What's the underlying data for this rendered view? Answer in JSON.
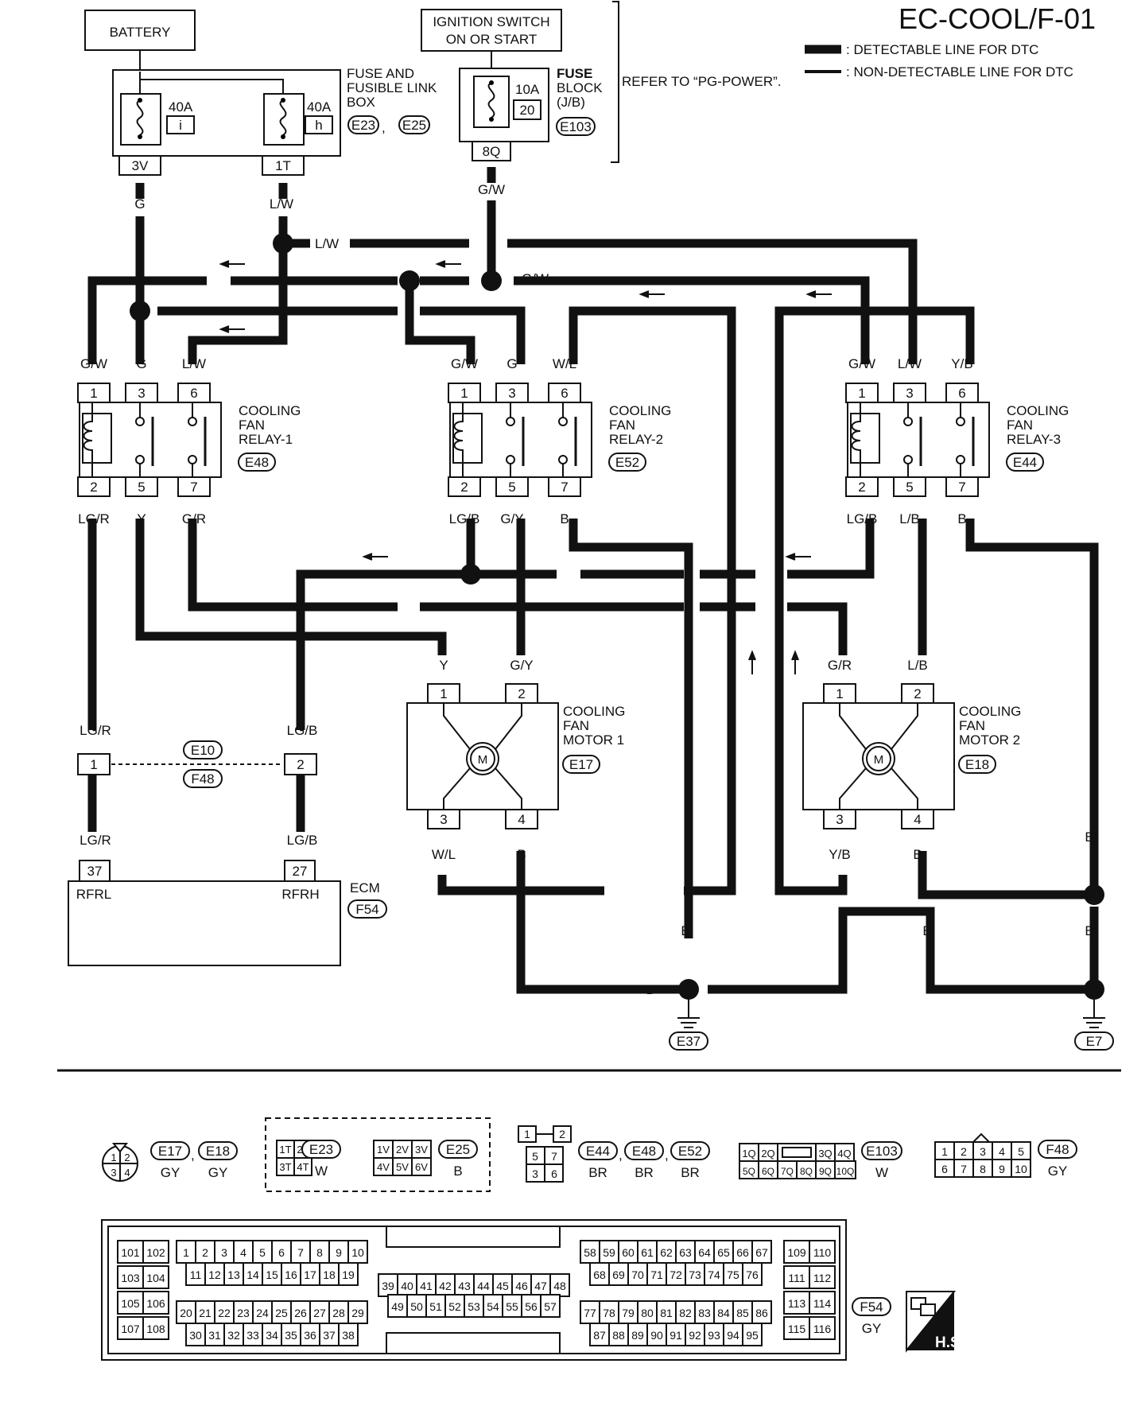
{
  "page_title": "EC-COOL/F-01",
  "legend": {
    "detectable": ": DETECTABLE LINE FOR DTC",
    "non_detectable": ": NON-DETECTABLE LINE FOR DTC"
  },
  "battery": "BATTERY",
  "ignition": {
    "line1": "IGNITION SWITCH",
    "line2": "ON OR START"
  },
  "fuse_box": {
    "title1": "FUSE AND",
    "title2": "FUSIBLE LINK",
    "title3": "BOX",
    "connA": "E23",
    "connB": "E25",
    "sep": ",",
    "fuse1_amp": "40A",
    "fuse1_id": "i",
    "fuse1_pin": "3V",
    "fuse1_wire": "G",
    "fuse2_amp": "40A",
    "fuse2_id": "h",
    "fuse2_pin": "1T",
    "fuse2_wire": "L/W"
  },
  "fuse_block": {
    "title1": "FUSE",
    "title2": "BLOCK",
    "title3": "(J/B)",
    "conn": "E103",
    "amp": "10A",
    "num": "20",
    "pin": "8Q",
    "wire": "G/W",
    "refer": "REFER TO “PG-POWER”."
  },
  "relays": [
    {
      "t1": "COOLING",
      "t2": "FAN",
      "t3": "RELAY-1",
      "conn": "E48",
      "top_wires": [
        "G/W",
        "G",
        "L/W"
      ],
      "top_pins": [
        "1",
        "3",
        "6"
      ],
      "bot_pins": [
        "2",
        "5",
        "7"
      ],
      "bot_wires": [
        "LG/R",
        "Y",
        "G/R"
      ]
    },
    {
      "t1": "COOLING",
      "t2": "FAN",
      "t3": "RELAY-2",
      "conn": "E52",
      "top_wires": [
        "G/W",
        "G",
        "W/L"
      ],
      "top_pins": [
        "1",
        "3",
        "6"
      ],
      "bot_pins": [
        "2",
        "5",
        "7"
      ],
      "bot_wires": [
        "LG/B",
        "G/Y",
        "B"
      ]
    },
    {
      "t1": "COOLING",
      "t2": "FAN",
      "t3": "RELAY-3",
      "conn": "E44",
      "top_wires": [
        "G/W",
        "L/W",
        "Y/B"
      ],
      "top_pins": [
        "1",
        "3",
        "6"
      ],
      "bot_pins": [
        "2",
        "5",
        "7"
      ],
      "bot_wires": [
        "LG/B",
        "L/B",
        "B"
      ]
    }
  ],
  "motors": [
    {
      "t1": "COOLING",
      "t2": "FAN",
      "t3": "MOTOR 1",
      "conn": "E17",
      "m": "M",
      "top_wires": [
        "Y",
        "G/Y"
      ],
      "top_pins": [
        "1",
        "2"
      ],
      "bot_pins": [
        "3",
        "4"
      ],
      "bot_wires": [
        "W/L",
        "B"
      ]
    },
    {
      "t1": "COOLING",
      "t2": "FAN",
      "t3": "MOTOR 2",
      "conn": "E18",
      "m": "M",
      "top_wires": [
        "G/R",
        "L/B"
      ],
      "top_pins": [
        "1",
        "2"
      ],
      "bot_pins": [
        "3",
        "4"
      ],
      "bot_wires": [
        "Y/B",
        "B"
      ]
    }
  ],
  "wire_labels": {
    "lw_bus": "L/W",
    "gw_bus": "G/W"
  },
  "joint": {
    "top_left": "LG/R",
    "top_right": "LG/B",
    "pin1": "1",
    "pin2": "2",
    "connA": "E10",
    "connB": "F48",
    "bot_left": "LG/R",
    "bot_right": "LG/B"
  },
  "ecm": {
    "title": "ECM",
    "conn": "F54",
    "pin1": "37",
    "pin2": "27",
    "sig1": "RFRL",
    "sig2": "RFRH"
  },
  "grounds": {
    "e37": "E37",
    "e7": "E7",
    "b": "B"
  },
  "connector_views": {
    "m_conn": {
      "codes": [
        "E17",
        "E18"
      ],
      "sep": ",",
      "colors": [
        "GY",
        "GY"
      ],
      "pins": [
        "1",
        "2",
        "3",
        "4"
      ]
    },
    "fusebox_conn": {
      "codes": [
        "E23",
        "E25"
      ],
      "colors": [
        "W",
        "B"
      ],
      "pinsA": [
        "1T",
        "2T",
        "3T",
        "4T"
      ],
      "pinsB": [
        "1V",
        "2V",
        "3V",
        "4V",
        "5V",
        "6V"
      ]
    },
    "relay_conn": {
      "codes": [
        "E44",
        "E48",
        "E52"
      ],
      "sep": ",",
      "colors": [
        "BR",
        "BR",
        "BR"
      ],
      "pins": [
        "1",
        "2",
        "5",
        "7",
        "3",
        "6"
      ]
    },
    "jb_conn": {
      "code": "E103",
      "color": "W",
      "row1": [
        "1Q",
        "2Q",
        "3Q",
        "4Q"
      ],
      "row2": [
        "5Q",
        "6Q",
        "7Q",
        "8Q",
        "9Q",
        "10Q"
      ]
    },
    "f48_conn": {
      "code": "F48",
      "color": "GY",
      "row1": [
        "1",
        "2",
        "3",
        "4",
        "5"
      ],
      "row2": [
        "6",
        "7",
        "8",
        "9",
        "10"
      ]
    },
    "ecm_conn": {
      "code": "F54",
      "color": "GY",
      "hs": "H.S."
    }
  }
}
